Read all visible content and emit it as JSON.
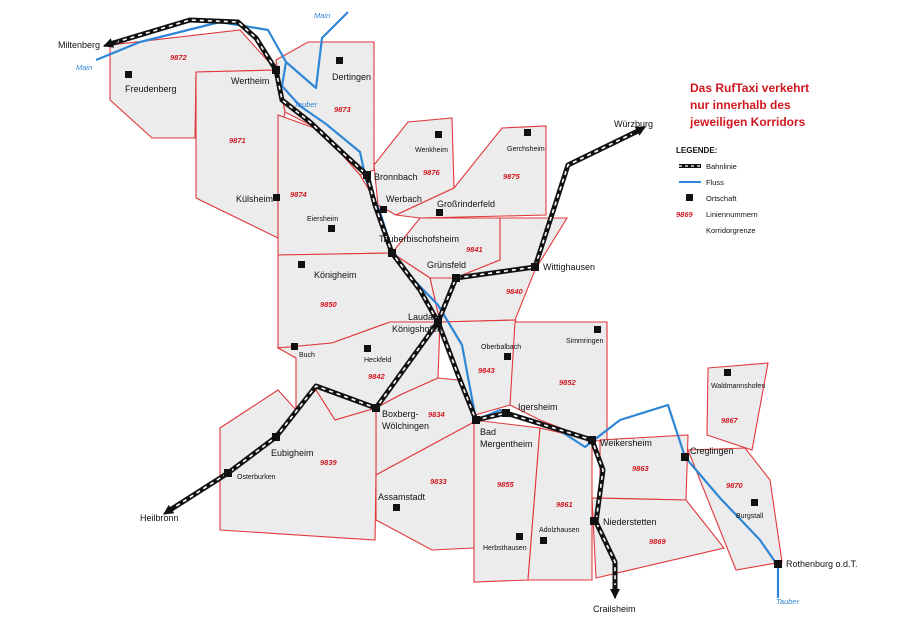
{
  "notice": {
    "line1": "Das RufTaxi verkehrt",
    "line2": "nur innerhalb des",
    "line3": "jeweiligen Korridors"
  },
  "legend": {
    "title": "LEGENDE:",
    "items": [
      {
        "symbol": "rail-icon",
        "label": "Bahnlinie"
      },
      {
        "symbol": "river-icon",
        "label": "Fluss"
      },
      {
        "symbol": "town-icon",
        "label": "Ortschaft"
      },
      {
        "symbol": "9869",
        "label": "Liniennummern"
      },
      {
        "symbol": "",
        "label": "Korridorgrenze"
      }
    ]
  },
  "towns": {
    "wertheim": "Wertheim",
    "freudenberg": "Freudenberg",
    "dertingen": "Dertingen",
    "bronnbach": "Bronnbach",
    "wenkheim": "Wenkheim",
    "gerchsheim": "Gerchsheim",
    "kuelsheim": "Külsheim",
    "werbach": "Werbach",
    "grossrinderfeld": "Großrinderfeld",
    "eiersheim": "Eiersheim",
    "tauberbischofsheim": "Tauberbischofsheim",
    "koenigheim": "Königheim",
    "gruensfeld": "Grünsfeld",
    "wittighausen": "Wittighausen",
    "lauda_1": "Lauda-",
    "lauda_2": "Königshofen",
    "oberbalbach": "Oberbalbach",
    "simmringen": "Simmringen",
    "buch": "Buch",
    "heckfeld": "Heckfeld",
    "boxberg_1": "Boxberg-",
    "boxberg_2": "Wölchingen",
    "eubigheim": "Eubigheim",
    "osterburken": "Osterburken",
    "bad_mergentheim_1": "Bad",
    "bad_mergentheim_2": "Mergentheim",
    "igersheim": "Igersheim",
    "weikersheim": "Weikersheim",
    "creglingen": "Creglingen",
    "waldmannshofen": "Waldmannshofen",
    "assamstadt": "Assamstadt",
    "herbsthausen": "Herbsthausen",
    "adolzhausen": "Adolzhausen",
    "niederstetten": "Niederstetten",
    "burgstall": "Burgstall",
    "rothenburg": "Rothenburg o.d.T."
  },
  "destinations": {
    "miltenberg": "Miltenberg",
    "wuerzburg": "Würzburg",
    "heilbronn": "Heilbronn",
    "crailsheim": "Crailsheim"
  },
  "rivers": {
    "main_top": "Main",
    "main_left": "Main",
    "tauber_top": "Tauber",
    "tauber_bottom": "Tauber"
  },
  "corridors": {
    "c9872": "9872",
    "c9873": "9873",
    "c9871": "9871",
    "c9874": "9874",
    "c9876": "9876",
    "c9875": "9875",
    "c9841": "9841",
    "c9840": "9840",
    "c9850": "9850",
    "c9843": "9843",
    "c9852": "9852",
    "c9842": "9842",
    "c9834": "9834",
    "c9839": "9839",
    "c9833": "9833",
    "c9855": "9855",
    "c9861": "9861",
    "c9863": "9863",
    "c9869": "9869",
    "c9867": "9867",
    "c9870": "9870"
  },
  "colors": {
    "corridor_fill": "#ececec",
    "corridor_border": "#e0383c",
    "river": "#2f86d6",
    "line_number": "#d01820",
    "rail": "#111111"
  }
}
